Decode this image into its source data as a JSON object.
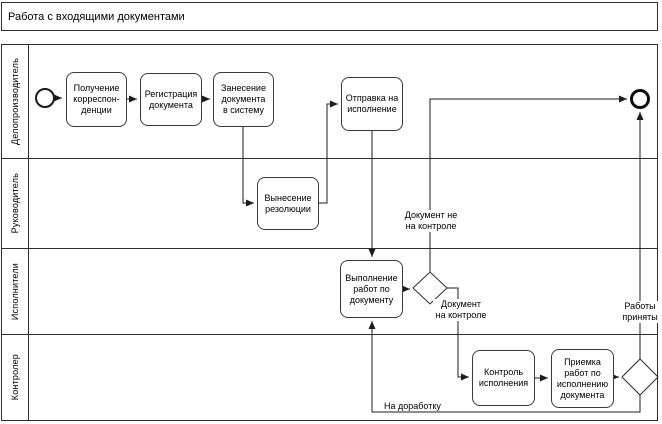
{
  "title": "Работа с входящими документами",
  "lanes": [
    {
      "label": "Делопроизводитель"
    },
    {
      "label": "Руководитель"
    },
    {
      "label": "Исполнители"
    },
    {
      "label": "Контролер"
    }
  ],
  "nodes": {
    "receive": {
      "label": "Получение\nкорреспон-\nденции"
    },
    "register": {
      "label": "Регистрация\nдокумента"
    },
    "enter": {
      "label": "Занесение\nдокумента\nв систему"
    },
    "send": {
      "label": "Отправка на\nисполнение"
    },
    "resolution": {
      "label": "Вынесение\nрезолюции"
    },
    "execute": {
      "label": "Выполнение\nработ по\nдокументу"
    },
    "control": {
      "label": "Контроль\nисполнения"
    },
    "accept": {
      "label": "Приемка\nработ по\nисполнению\nдокумента"
    }
  },
  "edge_labels": {
    "not_on_control": "Документ не\nна контроле",
    "on_control": "Документ\nна контроле",
    "works_accepted": "Работы\nприняты",
    "rework": "На доработку"
  },
  "colors": {
    "ink": "#1c1c1c",
    "background": "#ffffff"
  }
}
